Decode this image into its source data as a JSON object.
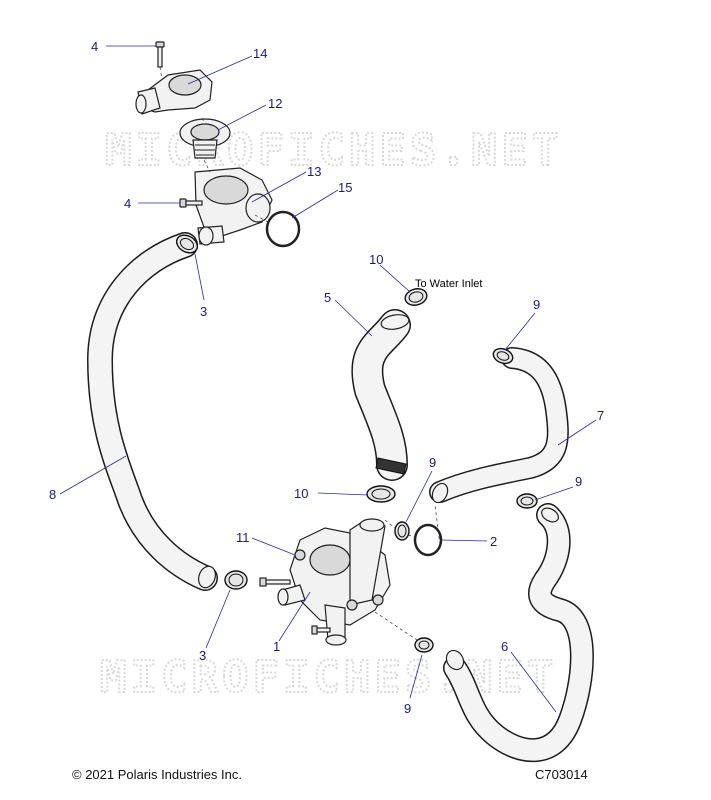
{
  "watermark": "MICROFICHES.NET",
  "note": "To Water Inlet",
  "callouts": {
    "c4a": "4",
    "c14": "14",
    "c12": "12",
    "c4b": "4",
    "c13": "13",
    "c15": "15",
    "c3a": "3",
    "c10a": "10",
    "c5": "5",
    "c9a": "9",
    "c7": "7",
    "c8": "8",
    "c9b": "9",
    "c10b": "10",
    "c9c": "9",
    "c2": "2",
    "c11": "11",
    "c3b": "3",
    "c1": "1",
    "c6": "6",
    "c9d": "9"
  },
  "footer": {
    "copyright": "© 2021 Polaris Industries Inc.",
    "figure_code": "C703014"
  }
}
